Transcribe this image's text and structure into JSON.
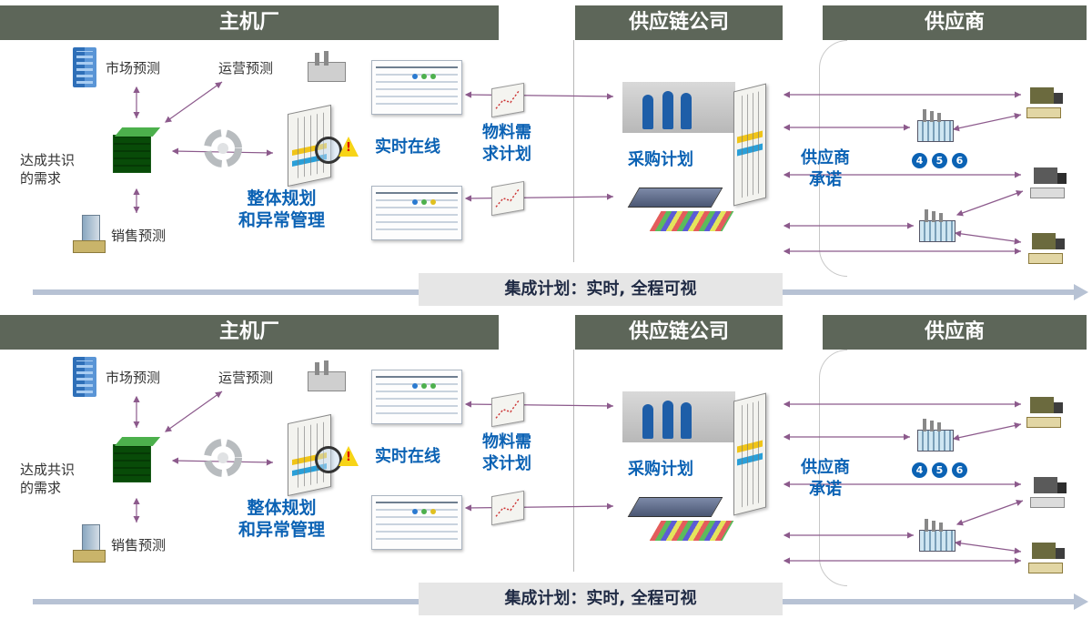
{
  "panels": [
    {
      "headers": {
        "oem": "主机厂",
        "scm": "供应链公司",
        "supplier": "供应商"
      },
      "labels": {
        "market_forecast": "市场预测",
        "ops_forecast": "运营预测",
        "consensus_demand": "达成共识\n的需求",
        "sales_forecast": "销售预测",
        "overall_planning": "整体规划\n和异常管理",
        "realtime_online": "实时在线",
        "mrp": "物料需\n求计划",
        "procurement_plan": "采购计划",
        "supplier_commit": "供应商\n承诺",
        "numbers": [
          "4",
          "5",
          "6"
        ],
        "integrated_plan": "集成计划：实时, 全程可视"
      }
    },
    {
      "headers": {
        "oem": "主机厂",
        "scm": "供应链公司",
        "supplier": "供应商"
      },
      "labels": {
        "market_forecast": "市场预测",
        "ops_forecast": "运营预测",
        "consensus_demand": "达成共识\n的需求",
        "sales_forecast": "销售预测",
        "overall_planning": "整体规划\n和异常管理",
        "realtime_online": "实时在线",
        "mrp": "物料需\n求计划",
        "procurement_plan": "采购计划",
        "supplier_commit": "供应商\n承诺",
        "numbers": [
          "4",
          "5",
          "6"
        ],
        "integrated_plan": "集成计划：实时, 全程可视"
      }
    }
  ],
  "colors": {
    "header_bg": "#5d6659",
    "accent_blue": "#0b62b4",
    "arrow_purple": "#8c5a8c",
    "flow_bar": "#b7c2d4",
    "banner_bg": "#e6e6e6"
  },
  "icons": [
    "building-icon",
    "factory-icon",
    "cube-grid-icon",
    "recycle-icon",
    "planning-board-icon",
    "warning-icon",
    "report-screen-icon",
    "chart-icon",
    "team-room-icon",
    "server-icon",
    "supplier-factory-icon",
    "truck-icon",
    "sales-building-icon"
  ]
}
